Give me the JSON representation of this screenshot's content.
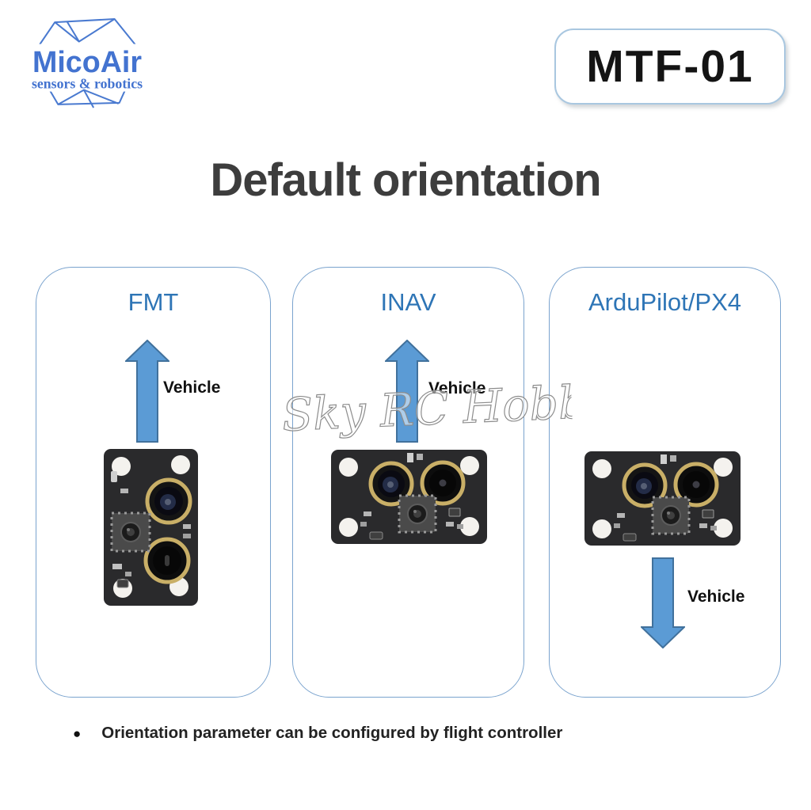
{
  "brand": {
    "name": "MicoAir",
    "tagline": "sensors & robotics"
  },
  "product_badge": "MTF-01",
  "title": "Default orientation",
  "watermark": "Sky RC Hobby",
  "panels": [
    {
      "label": "FMT",
      "arrow_direction": "up",
      "arrow_label": "Vehicle",
      "board_orientation": "vertical"
    },
    {
      "label": "INAV",
      "arrow_direction": "up",
      "arrow_label": "Vehicle",
      "board_orientation": "horizontal"
    },
    {
      "label": "ArduPilot/PX4",
      "arrow_direction": "down",
      "arrow_label": "Vehicle",
      "board_orientation": "horizontal"
    }
  ],
  "footnote": {
    "bullet": "●",
    "text": "Orientation parameter can be configured by flight controller"
  },
  "icons": {
    "up_arrow": "block-arrow-up",
    "down_arrow": "block-arrow-down",
    "logo_mark": "polyhedron-wireframe",
    "board_photo": "mtf01-optical-flow-lidar-board"
  },
  "colors": {
    "header_blue": "#2e75b6",
    "arrow_fill": "#5b9bd5",
    "arrow_stroke": "#41719c",
    "panel_border": "#7aa3ce",
    "badge_border": "#a9c7e0",
    "logo_blue": "#4373d0",
    "title_gray": "#3d3d3d",
    "lens_gold": "#c9af67",
    "pcb_dark": "#2a2a2c"
  }
}
